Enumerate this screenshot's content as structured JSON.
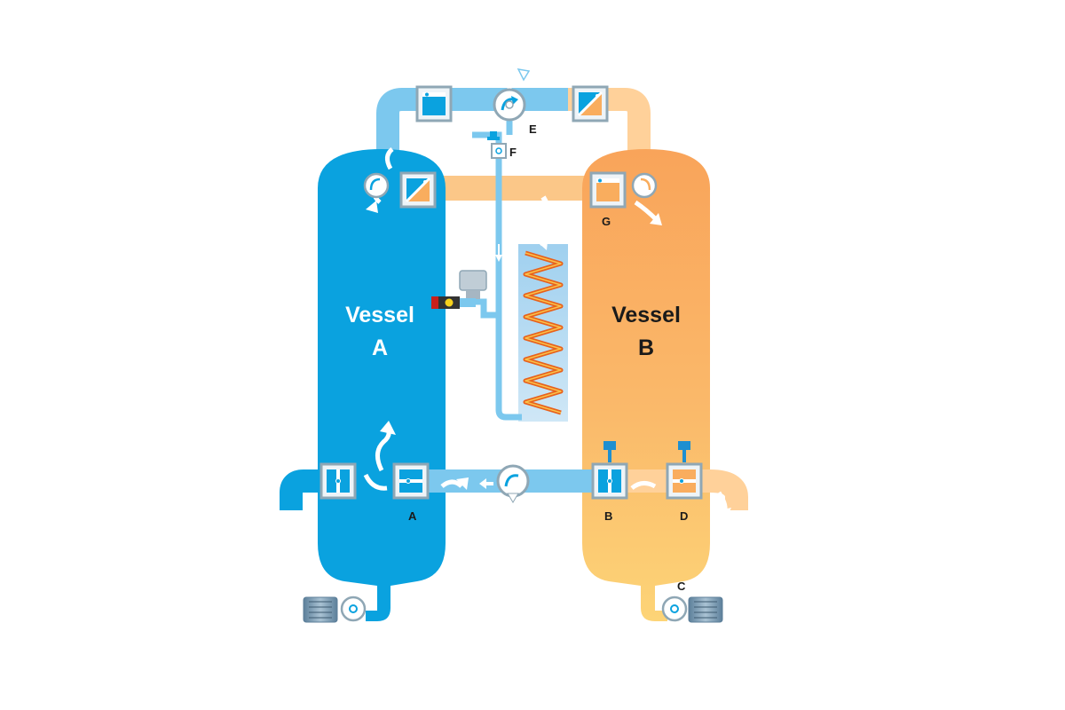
{
  "diagram": {
    "vessel_a": {
      "line1": "Vessel",
      "line2": "A"
    },
    "vessel_b": {
      "line1": "Vessel",
      "line2": "B"
    },
    "valve_labels": {
      "a": "A",
      "b": "B",
      "c": "C",
      "d": "D",
      "e": "E",
      "f": "F",
      "g": "G"
    }
  },
  "colors": {
    "blue": "#0aa2df",
    "blue_light": "#7cc8ee",
    "orange": "#f9ad5e",
    "orange_light": "#ffd19a",
    "yellow": "#fdd170",
    "valve_frame": "#8fa7b5",
    "heater_coil": "#e8611c",
    "text_dark": "#1a1a1a"
  }
}
